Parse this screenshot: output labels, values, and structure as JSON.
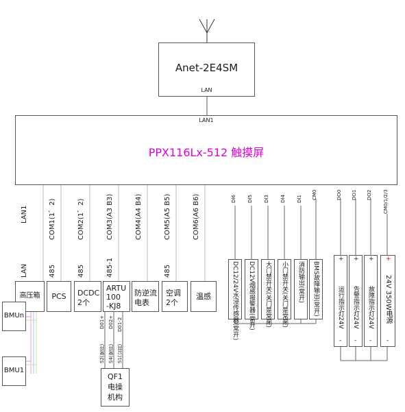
{
  "router": {
    "name": "Anet-2E4SM",
    "port": "LAN"
  },
  "hmi": {
    "name": "PPX116Lx-512 触摸屏",
    "port": "LAN1",
    "color": "#e000d8"
  },
  "ports": [
    {
      "id": "lan1",
      "label": "LAN1",
      "proto": "LAN"
    },
    {
      "id": "com1",
      "label": "COM1(1、2)",
      "proto": "485"
    },
    {
      "id": "com2",
      "label": "COM2(1、2)",
      "proto": "485"
    },
    {
      "id": "com3",
      "label": "COM3(A3 B3)",
      "proto": "485-1"
    },
    {
      "id": "com4",
      "label": "COM4(A4 B4)",
      "proto": ""
    },
    {
      "id": "com5",
      "label": "COM5(A5 B5)",
      "proto": "485"
    },
    {
      "id": "com6",
      "label": "COM6(A6 B6)",
      "proto": ""
    }
  ],
  "devices": [
    {
      "id": "hv",
      "label": "高压箱"
    },
    {
      "id": "pcs",
      "label": "PCS"
    },
    {
      "id": "dcdc",
      "line1": "DCDC",
      "line2": "2个"
    },
    {
      "id": "artu",
      "line1": "ARTU",
      "line2": "100",
      "line3": "-KJ8"
    },
    {
      "id": "meter",
      "line1": "防逆流",
      "line2": "电表"
    },
    {
      "id": "ac",
      "line1": "空调",
      "line2": "2个"
    },
    {
      "id": "temp",
      "label": "温感"
    }
  ],
  "bmu": [
    "BMUn",
    "BMU1"
  ],
  "artu_do": [
    "D01+",
    "D02+",
    "D01-2"
  ],
  "artu_s": [
    "S2(常开)",
    "S4(常开)",
    "S1(公共)"
  ],
  "qf1": {
    "line1": "QF1",
    "line2": "电操",
    "line3": "机构"
  },
  "di": {
    "pins": [
      "DI6",
      "DI5",
      "DI3",
      "DI4",
      "DI1",
      "CM0"
    ],
    "items": [
      "DC12/24V水浸传感器(常开)",
      "DC12V烟感报警器(常开)",
      "大门禁开关(关门是常闭)",
      "小门禁开关(关门是常闭)",
      "消防输出(常开)",
      "BMS故障输出(常开)"
    ]
  },
  "do": {
    "pins": [
      "DO0",
      "DO1",
      "DO2",
      "CM0/1/2/3"
    ],
    "items": [
      "运行指示灯24V",
      "告警指示灯24V",
      "故障指示灯24V",
      "24V 350W电源"
    ],
    "plus": "+",
    "minus": "-",
    "plus_color": "#e00000"
  }
}
